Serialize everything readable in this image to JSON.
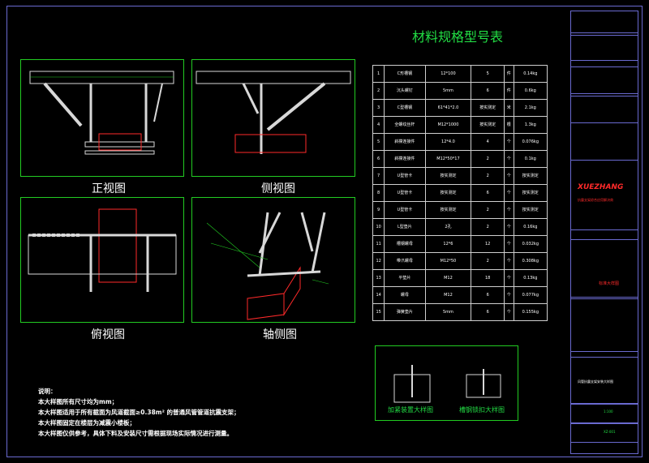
{
  "title": "材料规格型号表",
  "views": {
    "front": "正视图",
    "side": "侧视图",
    "side2": "俯视图",
    "axo": "轴侧图"
  },
  "table": {
    "rows": [
      [
        "1",
        "C形槽钢",
        "12*100",
        "5",
        "件",
        "0.14kg"
      ],
      [
        "2",
        "沉头螺钉",
        "5mm",
        "6",
        "件",
        "0.6kg"
      ],
      [
        "3",
        "C型槽钢",
        "61*41*2.0",
        "按实测定",
        "米",
        "2.1kg"
      ],
      [
        "4",
        "全螺纹丝杆",
        "M12*1000",
        "按实测定",
        "根",
        "1.3kg"
      ],
      [
        "5",
        "斜撑连接件",
        "12*4.0",
        "4",
        "个",
        "0.076kg"
      ],
      [
        "6",
        "斜撑连接件",
        "M12*50*17",
        "2",
        "个",
        "0.1kg"
      ],
      [
        "7",
        "U型管卡",
        "按实测定",
        "2",
        "个",
        "按实测定"
      ],
      [
        "8",
        "U型管卡",
        "按实测定",
        "6",
        "个",
        "按实测定"
      ],
      [
        "9",
        "U型管卡",
        "按实测定",
        "2",
        "个",
        "按实测定"
      ],
      [
        "10",
        "L型垫片",
        "2孔",
        "2",
        "个",
        "0.16kg"
      ],
      [
        "11",
        "槽钢螺母",
        "12*6",
        "12",
        "个",
        "0.032kg"
      ],
      [
        "12",
        "带爪螺母",
        "M12*50",
        "2",
        "个",
        "0.308kg"
      ],
      [
        "13",
        "平垫片",
        "M12",
        "18",
        "个",
        "0.13kg"
      ],
      [
        "14",
        "螺母",
        "M12",
        "6",
        "个",
        "0.077kg"
      ],
      [
        "15",
        "弹簧垫片",
        "5mm",
        "6",
        "个",
        "0.155kg"
      ]
    ]
  },
  "notes": [
    "说明：",
    "本大样图所有尺寸均为mm；",
    "本大样图适用于所有截面为风道截面≥0.38m² 的普通风管管道抗震支架；",
    "本大样图固定在楼层为减震小楼板；",
    "本大样图仅供参考，具体下料及安装尺寸需根据现场实际情况进行测量。"
  ],
  "detail_labels": {
    "left": "加紧装置大样图",
    "right": "槽钢锁扣大样图"
  },
  "title_block": {
    "logo_text": "XUEZHANG",
    "company_line": "抗震支架综合应用解决商",
    "scale_label": "1:100",
    "drawing_name": "风管抗震支架安装大样图",
    "number_label": "XZ-001",
    "company_red": "标准大样图"
  },
  "colors": {
    "frame": "#6a6ad0",
    "green": "#22cc22",
    "red": "#ff2a2a",
    "beam": "#d8d8d8"
  }
}
